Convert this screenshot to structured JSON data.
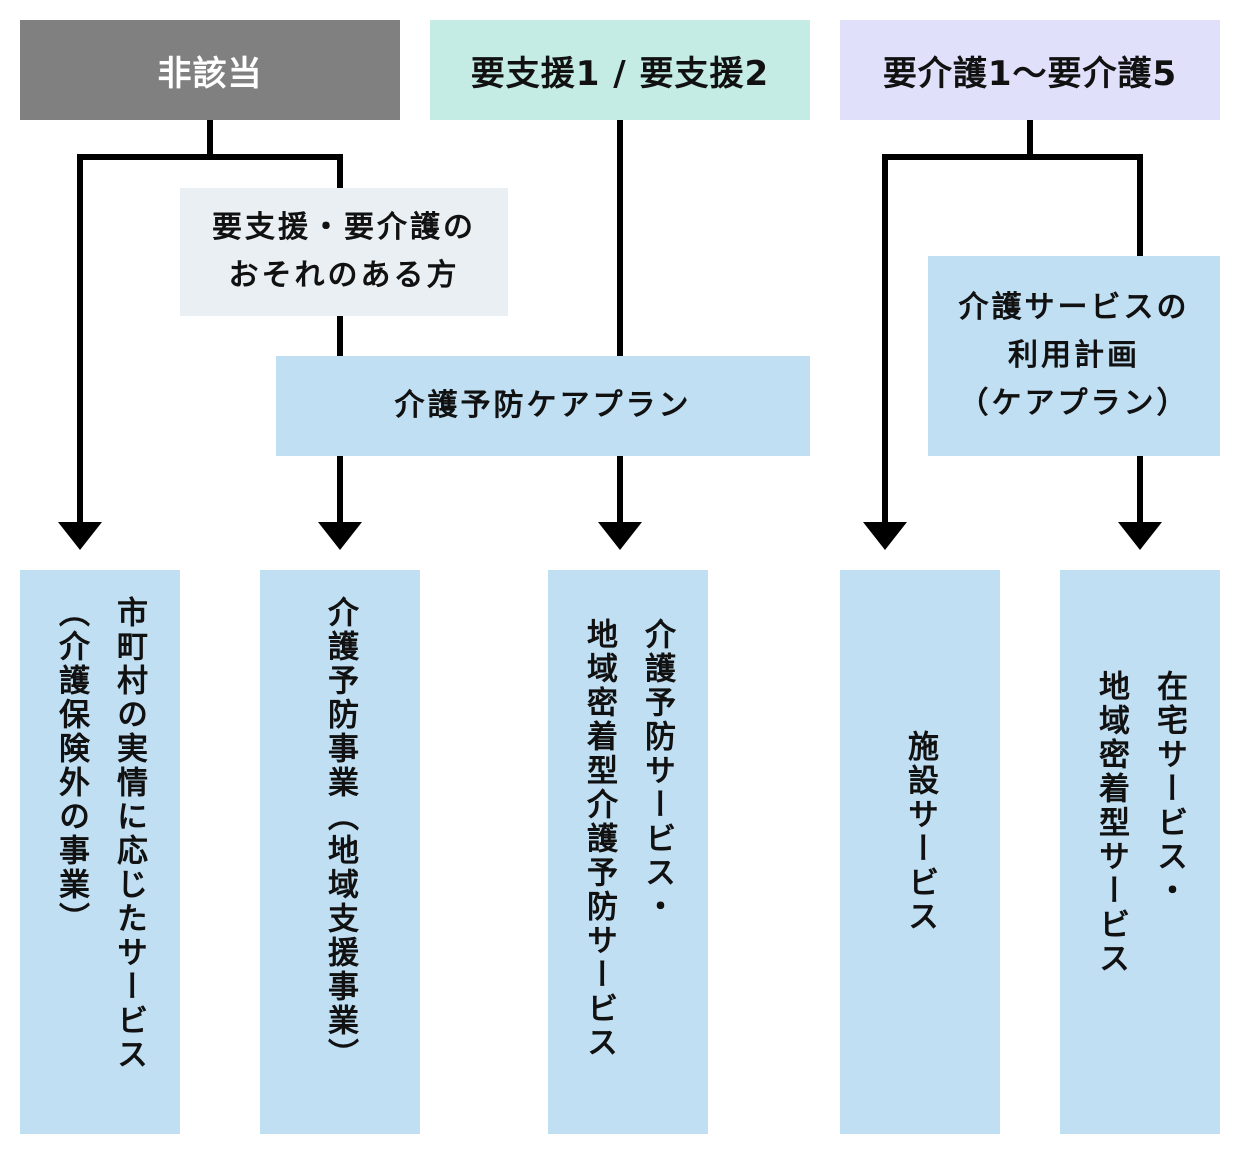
{
  "colors": {
    "gray": "#808080",
    "teal": "#c4ebe4",
    "lavender": "#e0e0fa",
    "lightGray": "#e9eff3",
    "lightBlue": "#c0dff3",
    "line": "#000000"
  },
  "headers": {
    "non_applicable": "非該当",
    "support": "要支援1 / 要支援2",
    "care": "要介護1～要介護5"
  },
  "middle": {
    "at_risk": [
      "要支援・要介護の",
      "おそれのある方"
    ],
    "prevention_plan": "介護予防ケアプラン",
    "care_plan": [
      "介護サービスの",
      "利用計画",
      "（ケアプラン）"
    ]
  },
  "services": {
    "municipal": [
      "市町村の実情に応じたサービス",
      "（介護保険外の事業）"
    ],
    "prevention_project": [
      "介護予防事業（地域支援事業）"
    ],
    "prevention_service": [
      "介護予防サービス・",
      "地域密着型介護予防サービス"
    ],
    "facility": [
      "施設サービス"
    ],
    "home": [
      "在宅サービス・",
      "地域密着型サービス"
    ]
  }
}
